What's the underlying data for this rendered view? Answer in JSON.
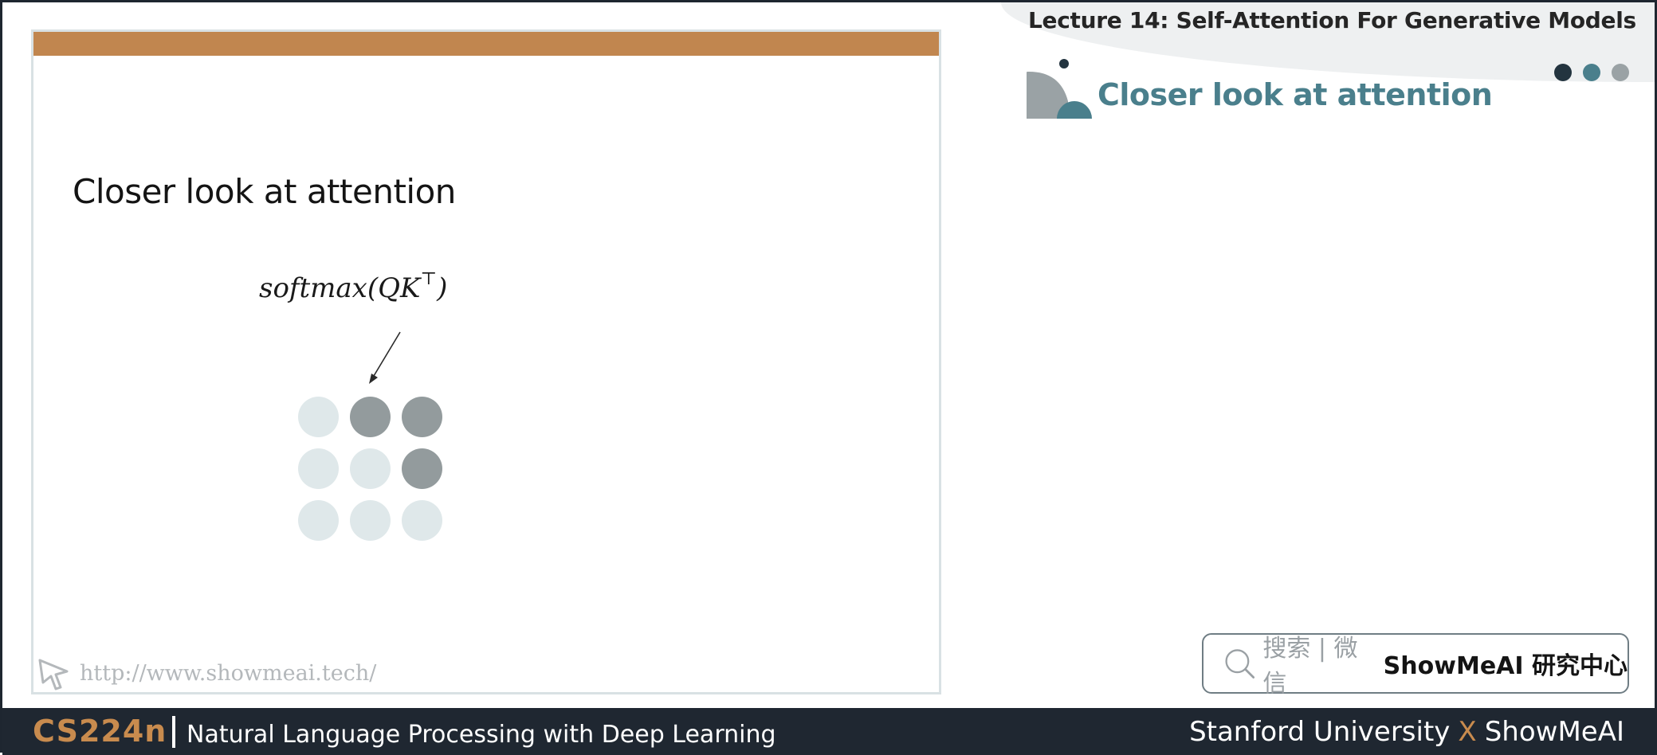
{
  "header": {
    "lecture_title": "Lecture 14:  Self-Attention For Generative Models",
    "section_title": "Closer look at attention",
    "nav_dot_colors": [
      "#23343f",
      "#4a7f8c",
      "#9aa2a5"
    ]
  },
  "slide": {
    "title": "Closer look at attention",
    "formula_main": "softmax(QK",
    "formula_sup": "⊤",
    "formula_close": ")",
    "matrix": {
      "rows": 3,
      "cols": 3,
      "dark_color": "#939b9d",
      "light_color": "#dfe8ea",
      "weights": [
        [
          "light",
          "dark",
          "dark"
        ],
        [
          "light",
          "light",
          "dark"
        ],
        [
          "light",
          "light",
          "light"
        ]
      ]
    },
    "watermark_url": "http://www.showmeai.tech/",
    "accent_color": "#c1864f"
  },
  "search": {
    "hint": "搜索 | 微信",
    "brand": "ShowMeAI 研究中心",
    "icon": "search-icon"
  },
  "footer": {
    "course_code": "CS224n",
    "course_name": "Natural Language Processing with Deep Learning",
    "left_org": "Stanford University",
    "x_mark": "X",
    "right_org": "ShowMeAI"
  }
}
